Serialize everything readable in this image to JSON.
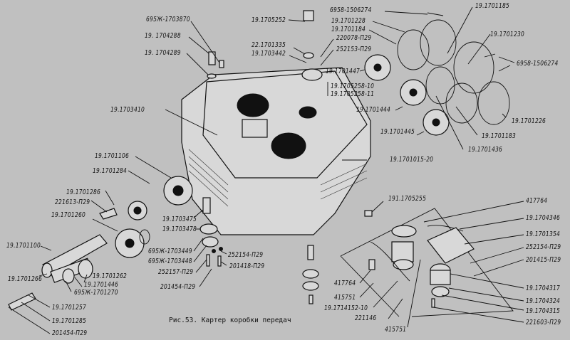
{
  "caption": "Рис.53. Картер коробки передач",
  "labels": {
    "l695zh_1703870": "695Ж-1703870",
    "l19_1704288": "19. 1704288",
    "l19_1704289": "19. 1704289",
    "l19_1705252": "19.1705252",
    "l22_1701335": "22.1701335",
    "l19_1703442": "19.1703442",
    "l220078": "220078-П29",
    "l252153": "252153-П29",
    "l6958_top": "6958-1506274",
    "l19_1701228": "19.1701228",
    "l19_1701184": "19.1701184",
    "l19_1701185": "19.1701185",
    "l19_1701230": "19.1701230",
    "l6958_right": "6958-1506274",
    "l19_1701447": "19.1701447",
    "l19_1705258_10": "19.1705258-10",
    "l19_1705258_11": "19.1705258-11",
    "l19_1703410": "19.1703410",
    "l19_1701444": "19.1701444",
    "l19_1701226": "19.1701226",
    "l19_1701445": "19.1701445",
    "l19_1701183": "19.1701183",
    "l19_1701436": "19.1701436",
    "l19_1701015_20": "19.1701015-20",
    "l19_1701106": "19.1701106",
    "l19_1701284": "19.1701284",
    "l19_1701286": "19.1701286",
    "l221613": "221613-П29",
    "l19_1701260": "19.1701260",
    "l19_1701100": "19.1701100",
    "l19_1701266": "19.1701266",
    "l19_1701262": "19.1701262",
    "l19_1701446": "19.1701446",
    "l695zh_1701270": "695Ж-1701270",
    "l19_1701257": "19.1701257",
    "l19_1701285": "19.1701285",
    "l201454_a": "201454-П29",
    "l19_1703475": "19.1703475",
    "l19_1703478": "19.1703478",
    "l695zh_1703449": "695Ж-1703449",
    "l695zh_1703448": "695Ж-1703448",
    "l252157": "252157-П29",
    "l252154_a": "252154-П29",
    "l201418": "201418-П29",
    "l201454_b": "201454-П29",
    "l191_1705255": "191.1705255",
    "l417764_a": "417764",
    "l19_1704346": "19.1704346",
    "l19_1701354": "19.1701354",
    "l252154_b": "252154-П29",
    "l201415": "201415-П29",
    "l19_1704317": "19.1704317",
    "l19_1704324": "19.1704324",
    "l19_1704315": "19.1704315",
    "l221603": "221603-П29",
    "l417764_b": "417764",
    "l415751_a": "415751",
    "l19_1714152_10": "19.1714152-10",
    "l221146": "221146",
    "l415751_b": "415751"
  }
}
